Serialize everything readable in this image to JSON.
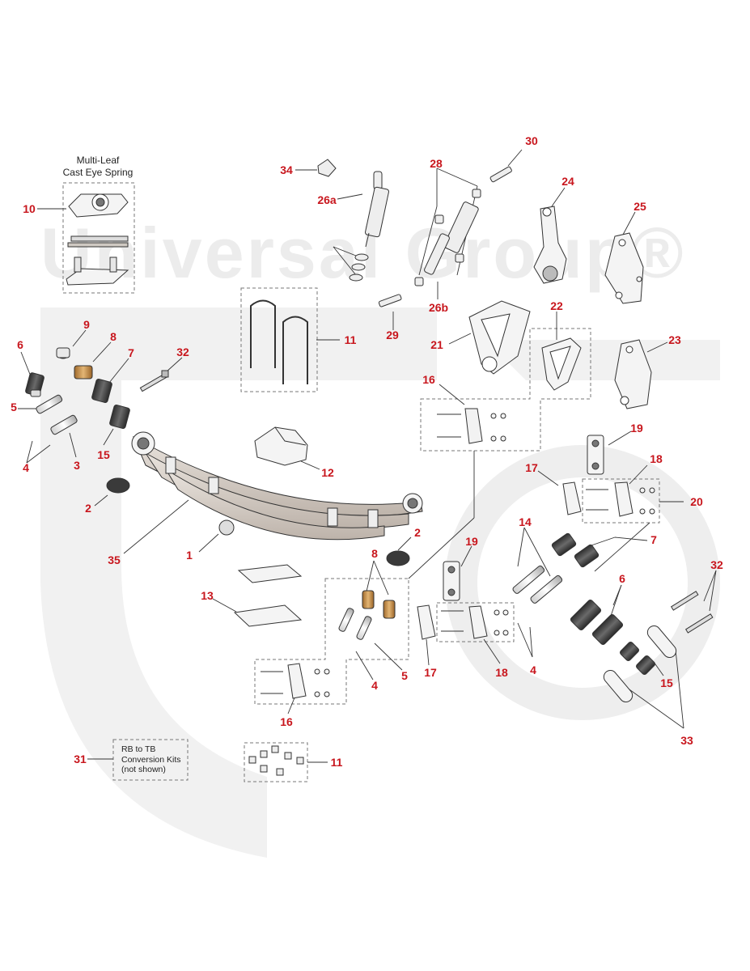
{
  "watermark": "Universal Group®",
  "multi_leaf_caption_line1": "Multi-Leaf",
  "multi_leaf_caption_line2": "Cast Eye Spring",
  "conversion_note": [
    "RB to TB",
    "Conversion Kits",
    "(not shown)"
  ],
  "colors": {
    "callout": "#c8161d",
    "line": "#333333",
    "part_fill": "#f4f4f4",
    "part_dark": "#555555",
    "bronze": "#c9924a",
    "watermark": "#eeeeee"
  },
  "callouts": [
    {
      "id": "c10",
      "text": "10"
    },
    {
      "id": "c34",
      "text": "34"
    },
    {
      "id": "c26a",
      "text": "26a"
    },
    {
      "id": "c28",
      "text": "28"
    },
    {
      "id": "c30",
      "text": "30"
    },
    {
      "id": "c24",
      "text": "24"
    },
    {
      "id": "c25",
      "text": "25"
    },
    {
      "id": "c26b",
      "text": "26b"
    },
    {
      "id": "c29",
      "text": "29"
    },
    {
      "id": "c11a",
      "text": "11"
    },
    {
      "id": "c9",
      "text": "9"
    },
    {
      "id": "c8a",
      "text": "8"
    },
    {
      "id": "c6a",
      "text": "6"
    },
    {
      "id": "c7a",
      "text": "7"
    },
    {
      "id": "c32a",
      "text": "32"
    },
    {
      "id": "c5a",
      "text": "5"
    },
    {
      "id": "c4a",
      "text": "4"
    },
    {
      "id": "c3",
      "text": "3"
    },
    {
      "id": "c15a",
      "text": "15"
    },
    {
      "id": "c21",
      "text": "21"
    },
    {
      "id": "c22",
      "text": "22"
    },
    {
      "id": "c23",
      "text": "23"
    },
    {
      "id": "c16a",
      "text": "16"
    },
    {
      "id": "c12",
      "text": "12"
    },
    {
      "id": "c2a",
      "text": "2"
    },
    {
      "id": "c19a",
      "text": "19"
    },
    {
      "id": "c17a",
      "text": "17"
    },
    {
      "id": "c18a",
      "text": "18"
    },
    {
      "id": "c20",
      "text": "20"
    },
    {
      "id": "c35",
      "text": "35"
    },
    {
      "id": "c1",
      "text": "1"
    },
    {
      "id": "c2b",
      "text": "2"
    },
    {
      "id": "c8b",
      "text": "8"
    },
    {
      "id": "c14",
      "text": "14"
    },
    {
      "id": "c7b",
      "text": "7"
    },
    {
      "id": "c19b",
      "text": "19"
    },
    {
      "id": "c32b",
      "text": "32"
    },
    {
      "id": "c13",
      "text": "13"
    },
    {
      "id": "c6b",
      "text": "6"
    },
    {
      "id": "c4b",
      "text": "4"
    },
    {
      "id": "c5b",
      "text": "5"
    },
    {
      "id": "c17b",
      "text": "17"
    },
    {
      "id": "c18b",
      "text": "18"
    },
    {
      "id": "c4c",
      "text": "4"
    },
    {
      "id": "c15b",
      "text": "15"
    },
    {
      "id": "c16b",
      "text": "16"
    },
    {
      "id": "c33",
      "text": "33"
    },
    {
      "id": "c31",
      "text": "31"
    },
    {
      "id": "c11b",
      "text": "11"
    }
  ]
}
